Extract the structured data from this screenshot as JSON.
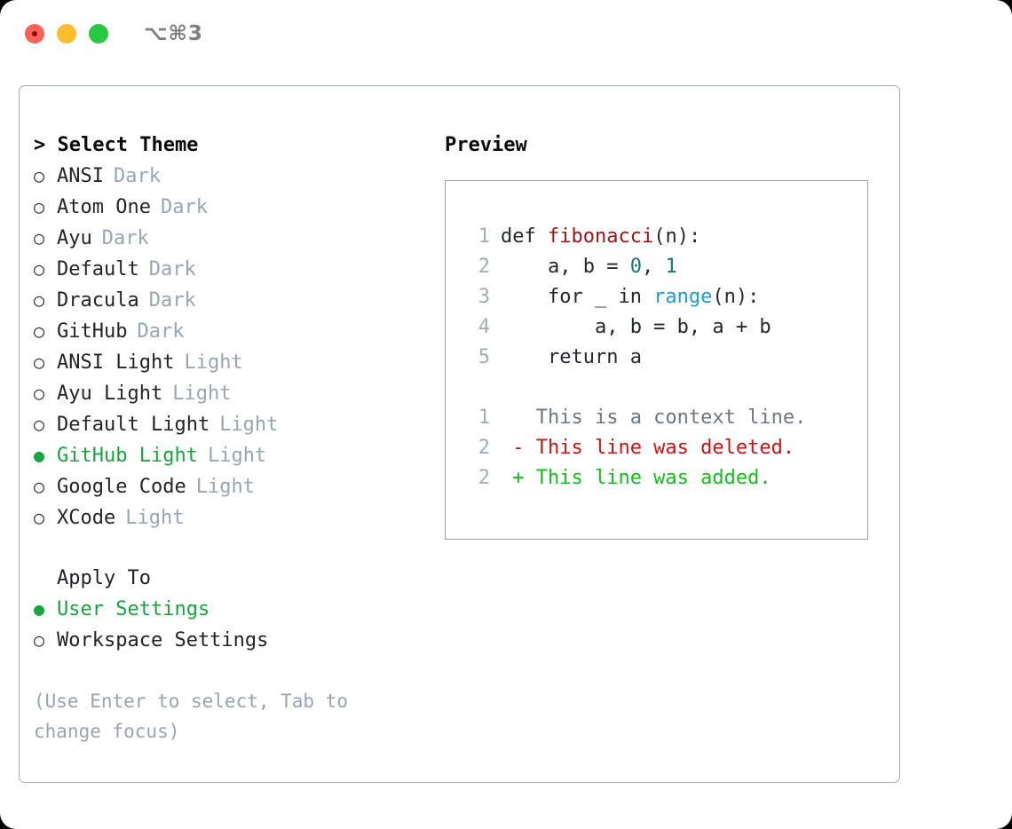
{
  "titlebar": {
    "shortcut": "⌥⌘3",
    "buttons": [
      "close",
      "minimize",
      "maximize"
    ]
  },
  "theme_selector": {
    "heading": "> Select Theme",
    "marker_unselected": "○",
    "marker_selected": "●",
    "items": [
      {
        "name": "ANSI",
        "variant": "Dark",
        "selected": false
      },
      {
        "name": "Atom One",
        "variant": "Dark",
        "selected": false
      },
      {
        "name": "Ayu",
        "variant": "Dark",
        "selected": false
      },
      {
        "name": "Default",
        "variant": "Dark",
        "selected": false
      },
      {
        "name": "Dracula",
        "variant": "Dark",
        "selected": false
      },
      {
        "name": "GitHub",
        "variant": "Dark",
        "selected": false
      },
      {
        "name": "ANSI Light",
        "variant": "Light",
        "selected": false
      },
      {
        "name": "Ayu Light",
        "variant": "Light",
        "selected": false
      },
      {
        "name": "Default Light",
        "variant": "Light",
        "selected": false
      },
      {
        "name": "GitHub Light",
        "variant": "Light",
        "selected": true
      },
      {
        "name": "Google Code",
        "variant": "Light",
        "selected": false
      },
      {
        "name": "XCode",
        "variant": "Light",
        "selected": false
      }
    ]
  },
  "apply_to": {
    "label": "Apply To",
    "items": [
      {
        "name": "User Settings",
        "selected": true
      },
      {
        "name": "Workspace Settings",
        "selected": false
      }
    ]
  },
  "hint": "(Use Enter to select, Tab to change focus)",
  "preview": {
    "title": "Preview",
    "code_lines": [
      {
        "no": "1",
        "tokens": [
          {
            "t": "def ",
            "c": "plain"
          },
          {
            "t": "fibonacci",
            "c": "fn"
          },
          {
            "t": "(n):",
            "c": "plain"
          }
        ]
      },
      {
        "no": "2",
        "tokens": [
          {
            "t": "    a, b = ",
            "c": "plain"
          },
          {
            "t": "0",
            "c": "num"
          },
          {
            "t": ", ",
            "c": "plain"
          },
          {
            "t": "1",
            "c": "num"
          }
        ]
      },
      {
        "no": "3",
        "tokens": [
          {
            "t": "    for _ in ",
            "c": "plain"
          },
          {
            "t": "range",
            "c": "builtin"
          },
          {
            "t": "(n):",
            "c": "plain"
          }
        ]
      },
      {
        "no": "4",
        "tokens": [
          {
            "t": "        a, b = b, a + b",
            "c": "plain"
          }
        ]
      },
      {
        "no": "5",
        "tokens": [
          {
            "t": "    return a",
            "c": "plain"
          }
        ]
      }
    ],
    "diff_lines": [
      {
        "no": "1",
        "sign": " ",
        "text": "This is a context line.",
        "kind": "context"
      },
      {
        "no": "2",
        "sign": "-",
        "text": "This line was deleted.",
        "kind": "del"
      },
      {
        "no": "2",
        "sign": "+",
        "text": "This line was added.",
        "kind": "add"
      }
    ]
  },
  "colors": {
    "accent_green": "#14a83c",
    "muted": "#9aa5b4",
    "function": "#a31515",
    "number": "#0f7a7a",
    "builtin": "#1f9cd6",
    "diff_add": "#12c017",
    "diff_del": "#cf1111",
    "border": "#95a1b1"
  }
}
